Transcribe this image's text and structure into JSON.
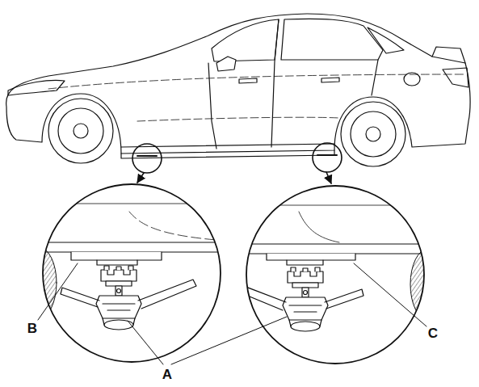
{
  "diagram": {
    "labels": [
      "B",
      "C",
      "A"
    ]
  }
}
